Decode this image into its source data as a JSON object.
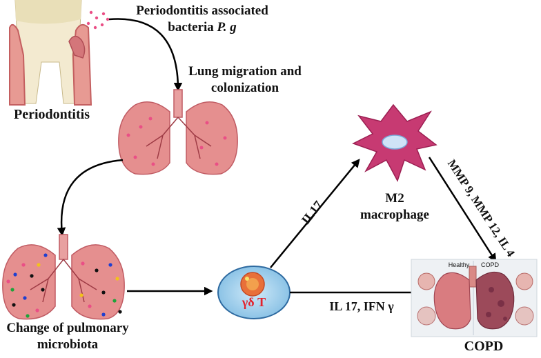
{
  "labels": {
    "bacteria_line1": "Periodontitis associated",
    "bacteria_line2": "bacteria",
    "bacteria_species": "P. g",
    "periodontitis": "Periodontitis",
    "migration_line1": "Lung migration and",
    "migration_line2": "colonization",
    "change_line1": "Change of pulmonary",
    "change_line2": "microbiota",
    "gd_t": "γδ T",
    "m2_line1": "M2",
    "m2_line2": "macrophage",
    "il17": "IL17",
    "il17_ifn": "IL 17, IFN γ",
    "mmp": "MMP 9, MMP 12, IL 4",
    "copd": "COPD",
    "panel_healthy": "Healthy",
    "panel_copd": "COPD"
  },
  "colors": {
    "gum": "#d9867e",
    "gum_dark": "#c85a5a",
    "lung": "#e58f8f",
    "lung_dark": "#c05b63",
    "bacteria_dot": "#ea4f86",
    "macrophage": "#c73a72",
    "cell_fill": "#a7d3ee",
    "cell_label": "#e3212b",
    "arrow": "#000000"
  },
  "icons": [
    "tooth-icon",
    "lung-icon",
    "lung-microbiota-icon",
    "macrophage-icon",
    "gd-t-cell-icon",
    "copd-lung-panel"
  ]
}
